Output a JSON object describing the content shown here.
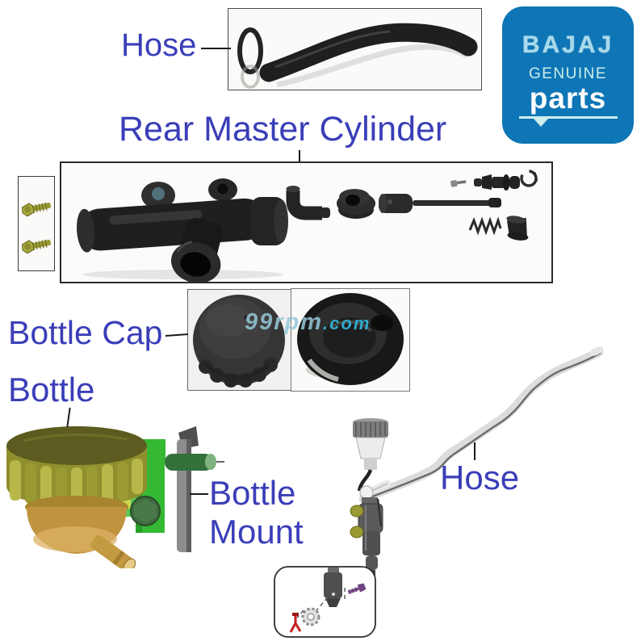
{
  "annotations": {
    "hose_top": {
      "label": "Hose"
    },
    "rear_master_cylinder": {
      "label": "Rear Master Cylinder"
    },
    "bottle_cap": {
      "label": "Bottle Cap"
    },
    "bottle": {
      "label": "Bottle"
    },
    "bottle_mount": {
      "line1": "Bottle",
      "line2": "Mount"
    },
    "hose_right": {
      "label": "Hose"
    }
  },
  "logo": {
    "brand": "BAJAJ",
    "genuine": "GENUINE",
    "parts": "parts"
  },
  "watermark": {
    "name": "99rpm",
    "tld": ".com"
  },
  "colors": {
    "label_blue": "#3a3eb8",
    "line_black": "#1a1a1a",
    "logo_bg": "#0e76b6",
    "logo_brand": "#a9d9ea",
    "logo_accent": "#cdeeea",
    "logo_text": "#ffffff",
    "watermark_pale": "#96c9d8",
    "watermark_cyan": "#2fa9cb",
    "part_dark": "#1f1f1f",
    "bolt_olive": "#9a9a35",
    "bracket_green": "#35b935",
    "bolt_dark_green": "#3f6b3f",
    "brass": "#c0933f",
    "strap_gray": "#8d8d8d",
    "box_border": "#3a3a3a"
  }
}
